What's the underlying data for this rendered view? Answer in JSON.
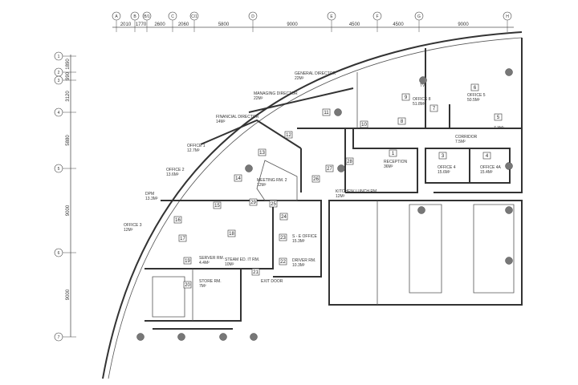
{
  "grid_top": {
    "markers": [
      "A",
      "B",
      "B/1",
      "C",
      "C/1",
      "D",
      "E",
      "F",
      "G",
      "H"
    ],
    "dimensions": [
      "2010",
      "1770",
      "2600",
      "2060",
      "5800",
      "9000",
      "4500",
      "4500",
      "9000"
    ]
  },
  "grid_left": {
    "markers": [
      "1",
      "2",
      "3",
      "4",
      "5",
      "6",
      "7"
    ],
    "dimensions": [
      "1890",
      "990",
      "3120",
      "5880",
      "9000",
      "9000"
    ]
  },
  "rooms": [
    {
      "num": "1",
      "name": "RECEPTION",
      "area": "36m²"
    },
    {
      "num": "3",
      "name": "OFFICE 4",
      "area": "15.6m²"
    },
    {
      "num": "4",
      "name": "OFFICE 4A",
      "area": "15.4m²"
    },
    {
      "num": "5",
      "name": "",
      "area": "7.3m²"
    },
    {
      "num": "6",
      "name": "OFFICE 5",
      "area": "50.5m²"
    },
    {
      "num": "7",
      "name": "",
      "area": ""
    },
    {
      "num": "8",
      "name": "",
      "area": ""
    },
    {
      "num": "9",
      "name": "OFFICE 8",
      "area": "51.8m²"
    },
    {
      "num": "10",
      "name": "",
      "area": ""
    },
    {
      "num": "11",
      "name": "GENERAL DIRECTOR",
      "area": "22m²"
    },
    {
      "num": "12",
      "name": "MANAGING DIRECTOR",
      "area": "22m²"
    },
    {
      "num": "13",
      "name": "FINANCIAL DIRECTOR",
      "area": "14m²"
    },
    {
      "num": "14",
      "name": "OFFICE 1",
      "area": "12.7m²"
    },
    {
      "num": "15",
      "name": "OFFICE 2",
      "area": "13.6m²"
    },
    {
      "num": "16",
      "name": "DPM",
      "area": "13.3m²"
    },
    {
      "num": "17",
      "name": "OFFICE 3",
      "area": "12m²"
    },
    {
      "num": "18",
      "name": "",
      "area": ""
    },
    {
      "num": "19",
      "name": "SERVER RM.",
      "area": "4.4m²"
    },
    {
      "num": "20",
      "name": "STORE RM.",
      "area": "7m²"
    },
    {
      "num": "21",
      "name": "STEAM ED. IT RM.",
      "area": "10m²"
    },
    {
      "num": "22",
      "name": "DRIVER RM.",
      "area": "10.3m²"
    },
    {
      "num": "23",
      "name": "S - E OFFICE",
      "area": "15.3m²"
    },
    {
      "num": "24",
      "name": "",
      "area": ""
    },
    {
      "num": "25",
      "name": "MEETING RM. 2",
      "area": "12m²"
    },
    {
      "num": "26",
      "name": "",
      "area": ""
    },
    {
      "num": "27",
      "name": "",
      "area": ""
    },
    {
      "num": "28",
      "name": "",
      "area": ""
    },
    {
      "num": "29",
      "name": "",
      "area": ""
    }
  ],
  "other_labels": {
    "corridor": "CORRIDOR",
    "corridor_area": "7.5m²",
    "kitchen": "KITCHEN/ LUNCH RM.",
    "kitchen_area": "12m²",
    "exit": "EXIT DOOR",
    "tv": "TV"
  }
}
